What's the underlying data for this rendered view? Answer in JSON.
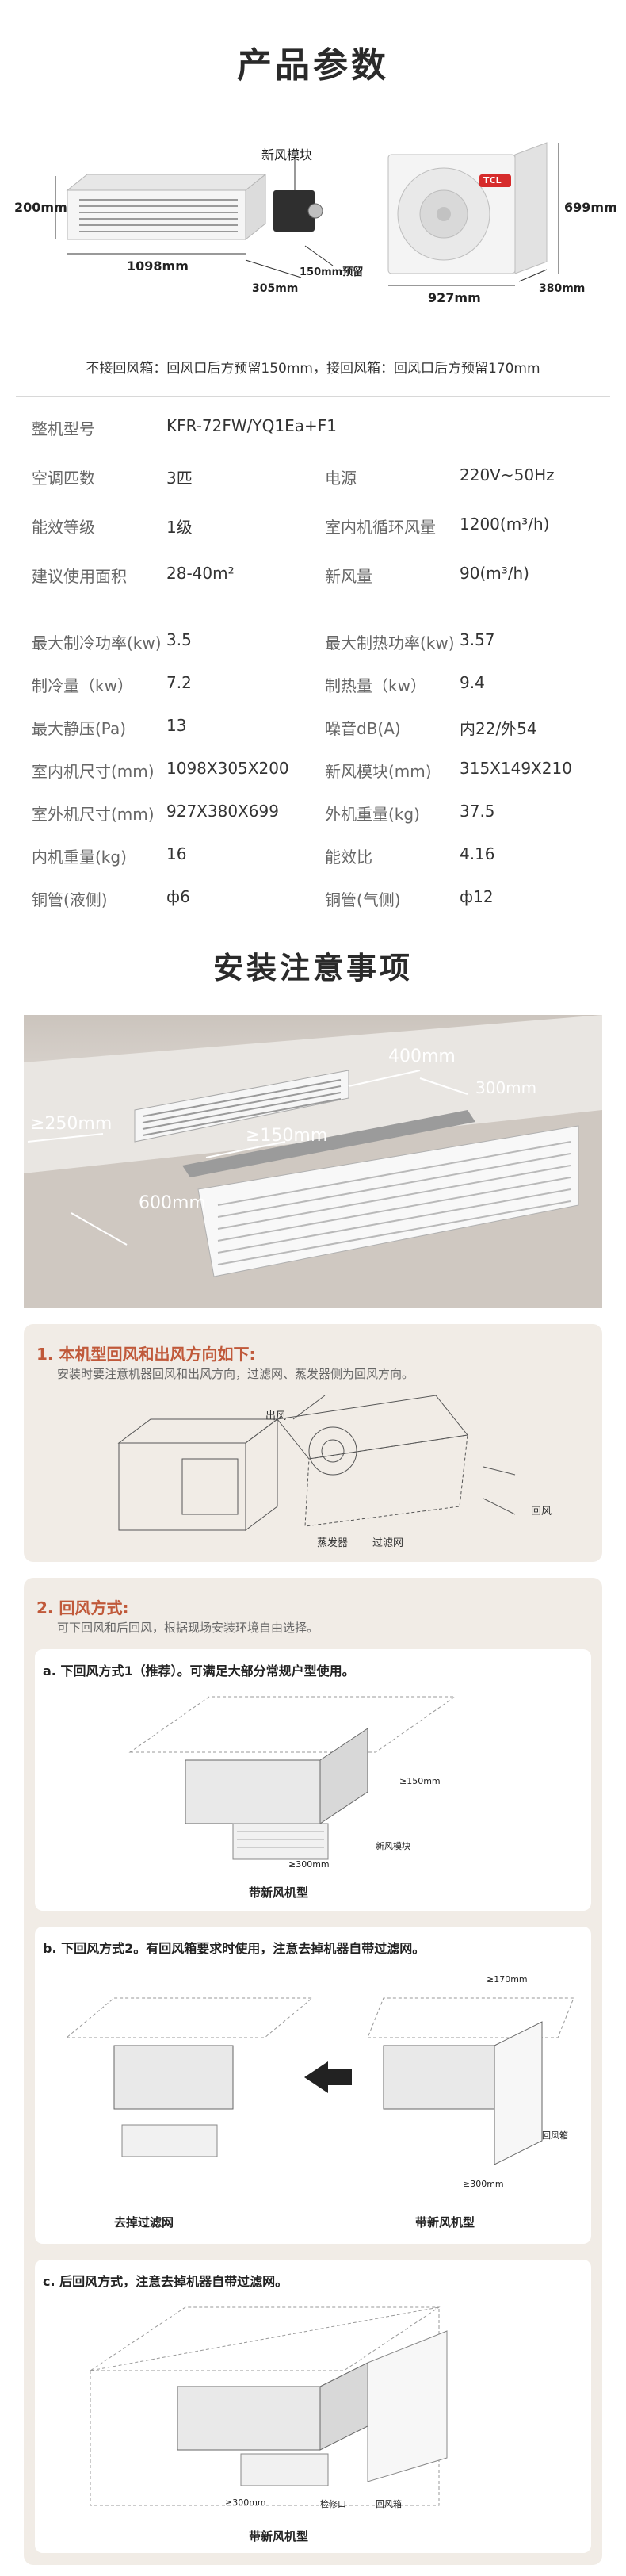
{
  "header": {
    "title": "产品参数"
  },
  "units": {
    "label_fresh_module": "新风模块",
    "dim_h_indoor": "200mm",
    "dim_w_indoor": "1098mm",
    "dim_d_indoor": "305mm",
    "dim_reserve": "150mm预留",
    "dim_h_outdoor": "699mm",
    "dim_w_outdoor": "927mm",
    "dim_d_outdoor": "380mm",
    "brand": "TCL"
  },
  "note": "不接回风箱：回风口后方预留150mm，接回风箱：回风口后方预留170mm",
  "specs_a": [
    {
      "l1": "整机型号",
      "v1": "KFR-72FW/YQ1Ea+F1",
      "l2": "",
      "v2": ""
    },
    {
      "l1": "空调匹数",
      "v1": "3匹",
      "l2": "电源",
      "v2": "220V~50Hz"
    },
    {
      "l1": "能效等级",
      "v1": "1级",
      "l2": "室内机循环风量",
      "v2": "1200(m³/h)"
    },
    {
      "l1": "建议使用面积",
      "v1": "28-40m²",
      "l2": "新风量",
      "v2": "90(m³/h)"
    }
  ],
  "specs_b": [
    {
      "l1": "最大制冷功率(kw)",
      "v1": "3.5",
      "l2": "最大制热功率(kw)",
      "v2": "3.57"
    },
    {
      "l1": "制冷量（kw）",
      "v1": "7.2",
      "l2": "制热量（kw）",
      "v2": "9.4"
    },
    {
      "l1": "最大静压(Pa)",
      "v1": "13",
      "l2": "噪音dB(A)",
      "v2": "内22/外54"
    },
    {
      "l1": "室内机尺寸(mm)",
      "v1": "1098X305X200",
      "l2": "新风模块(mm)",
      "v2": "315X149X210"
    },
    {
      "l1": "室外机尺寸(mm)",
      "v1": "927X380X699",
      "l2": "外机重量(kg)",
      "v2": "37.5"
    },
    {
      "l1": "内机重量(kg)",
      "v1": "16",
      "l2": "能效比",
      "v2": "4.16"
    },
    {
      "l1": "铜管(液侧)",
      "v1": "ф6",
      "l2": "铜管(气侧)",
      "v2": "ф12"
    }
  ],
  "install": {
    "title": "安装注意事项",
    "ceiling_dims": {
      "d400": "400mm",
      "d300": "300mm",
      "d250": "≥250mm",
      "d150": "≥150mm",
      "d600": "600mm"
    }
  },
  "section1": {
    "title": "1. 本机型回风和出风方向如下:",
    "desc": "安装时要注意机器回风和出风方向，过滤网、蒸发器侧为回风方向。",
    "labels": {
      "out": "出风",
      "back": "回风",
      "evap": "蒸发器",
      "filter": "过滤网"
    }
  },
  "section2": {
    "title": "2. 回风方式:",
    "desc": "可下回风和后回风，根据现场安装环境自由选择。",
    "a": {
      "title": "a. 下回风方式1（推荐）。可满足大部分常规户型使用。",
      "caption": "带新风机型",
      "dim150": "≥150mm",
      "dim300": "≥300mm",
      "module": "新风模块"
    },
    "b": {
      "title": "b. 下回风方式2。有回风箱要求时使用，注意去掉机器自带过滤网。",
      "cap_left": "去掉过滤网",
      "cap_right": "带新风机型",
      "dim170": "≥170mm",
      "dim300": "≥300mm",
      "box": "回风箱"
    },
    "c": {
      "title": "c. 后回风方式，注意去掉机器自带过滤网。",
      "caption": "带新风机型",
      "dim300": "≥300mm",
      "port": "检修口",
      "box": "回风箱"
    }
  }
}
